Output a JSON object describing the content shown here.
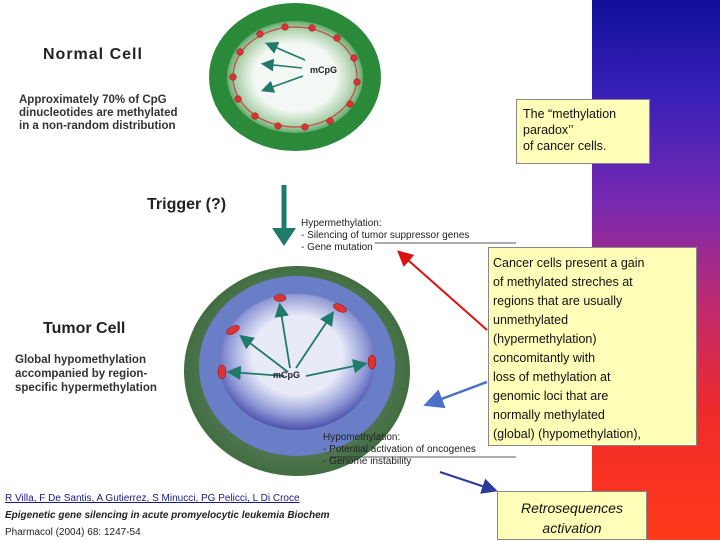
{
  "normal_cell": {
    "title": "Normal  Cell",
    "mcpg": "mCpG",
    "desc": [
      "Approximately 70% of CpG",
      "dinucleotides are methylated",
      "in a non-random distribution"
    ]
  },
  "trigger": {
    "label": "Trigger  (?)"
  },
  "hypermethylation": {
    "lines": [
      "Hypermethylation:",
      "- Silencing of tumor suppressor genes",
      "- Gene mutation"
    ]
  },
  "tumor_cell": {
    "title": "Tumor Cell",
    "mcpg": "mCpG",
    "desc": [
      "Global hypomethylation",
      "accompanied by region-",
      "specific hypermethylation"
    ]
  },
  "hypomethylation": {
    "lines": [
      "Hypomethylation:",
      "- Potential activation of oncogenes",
      "- Genome instability"
    ]
  },
  "paradox_box": {
    "lines": [
      "The “methylation",
      "paradox’’",
      "of cancer cells."
    ]
  },
  "explanation_box": {
    "lines": [
      "Cancer cells present a gain",
      "of methylated streches at",
      "regions that are usually",
      "unmethylated",
      "(hypermethylation)",
      "concomitantly with",
      "loss of methylation at",
      "genomic loci   that are",
      "normally methylated",
      "(global) (hypomethylation),"
    ]
  },
  "retro_box": {
    "lines": [
      "Retrosequences",
      "activation"
    ]
  },
  "citation": {
    "authors": "R Villa, F De Santis, A Gutierrez, S Minucci, PG Pelicci, L Di Croce",
    "title_journal": "Epigenetic gene silencing in acute promyelocytic leukemia Biochem",
    "volume": "Pharmacol (2004) 68: 1247-54"
  },
  "colors": {
    "normal_ring": "#2a8a3a",
    "tumor_ring": "#6a7ec8",
    "tumor_inner": "#3a3aa0",
    "methyl_dot": "#cc2a2a",
    "teal_arrow": "#1f7a6a",
    "red_arrow": "#dd1111",
    "blue_arrow": "#4a70c8",
    "callout_fill": "#fefeb8"
  }
}
